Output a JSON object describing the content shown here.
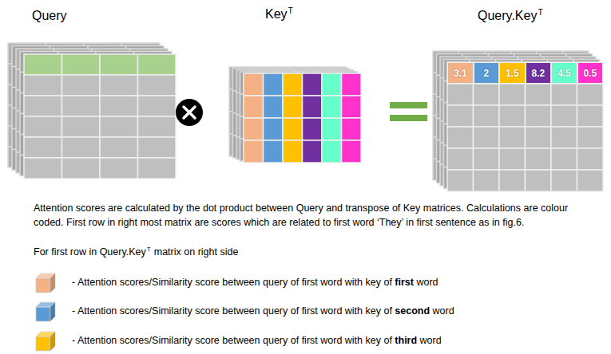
{
  "diagram": {
    "nodes": [
      {
        "text": [
          "3.1"
        ]
      },
      {
        "text": [
          "2"
        ]
      },
      {
        "text": [
          "1.5"
        ]
      },
      {
        "text": [
          "8.2"
        ]
      },
      {
        "text": [
          "4.5"
        ]
      },
      {
        "text": [
          "0.5"
        ]
      }
    ],
    "labels": [
      "Query",
      "Key",
      "T",
      "Query.Key",
      "T",
      "Attention scores are calculated by the dot product between Query and transpose of Key matrices. Calculations are colour coded. First row in right most matrix are scores which are related to first word ‘They’ in first sentence as in fig.6.",
      "For first row in Query.Key",
      "T",
      "matrix on right side"
    ],
    "legend": [
      {
        "text": "- Attention scores/Similarity score between query of first word with key of first word",
        "color": "#f4b183"
      },
      {
        "text": "- Attention scores/Similarity score between query of first word with key of second word",
        "color": "#5b9bd5"
      },
      {
        "text": "- Attention scores/Similarity score between query of first word with key of third word",
        "color": "#ffc000"
      }
    ]
  }
}
